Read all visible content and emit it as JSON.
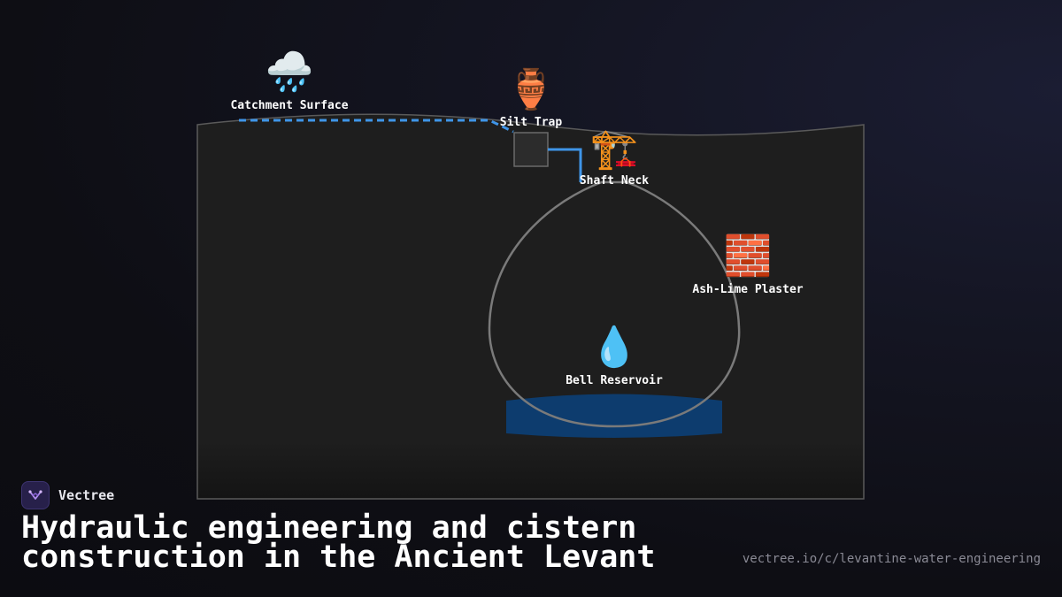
{
  "diagram": {
    "nodes": [
      {
        "id": "catchment",
        "label": "Catchment Surface",
        "icon": "rain-cloud-icon",
        "glyph": "🌧️"
      },
      {
        "id": "silt-trap",
        "label": "Silt Trap",
        "icon": "amphora-icon",
        "glyph": "🏺"
      },
      {
        "id": "shaft-neck",
        "label": "Shaft Neck",
        "icon": "crane-icon",
        "glyph": "🏗️"
      },
      {
        "id": "plaster",
        "label": "Ash-Lime Plaster",
        "icon": "brick-wall-icon",
        "glyph": "🧱"
      },
      {
        "id": "reservoir",
        "label": "Bell Reservoir",
        "icon": "water-drop-icon",
        "glyph": "💧"
      }
    ],
    "colors": {
      "flow": "#3f95e8",
      "ground": "#1e1e1e",
      "outline": "#7a7a7a",
      "water": "#0d3c6e"
    }
  },
  "footer": {
    "brand": "Vectree",
    "title": "Hydraulic engineering and cistern construction in the Ancient Levant",
    "url": "vectree.io/c/levantine-water-engineering"
  }
}
